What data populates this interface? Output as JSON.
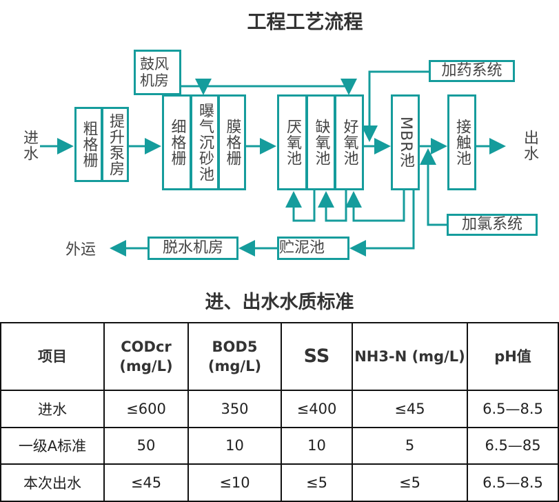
{
  "title": "工程工艺流程",
  "flow": {
    "inlet": "进水",
    "outlet": "出水",
    "export": "外运",
    "coarse_screen": "粗格栅",
    "lift_pump": "提升泵房",
    "fine_screen": "细格栅",
    "aerated_grit": "曝气沉砂池",
    "membrane_screen": "膜格栅",
    "anaerobic": "厌氧池",
    "anoxic": "缺氧池",
    "aerobic": "好氧池",
    "mbr": "MBR池",
    "contact": "接触池",
    "blower": "鼓风机房",
    "dosing": "加药系统",
    "chlorine": "加氯系统",
    "sludge_tank": "贮泥池",
    "dewatering": "脱水机房"
  },
  "table_title": "进、出水水质标准",
  "table": {
    "headers": [
      "项目",
      "CODcr (mg/L)",
      "BOD5 (mg/L)",
      "SS",
      "NH3-N (mg/L)",
      "pH值"
    ],
    "rows": [
      [
        "进水",
        "≤600",
        "350",
        "≤400",
        "≤45",
        "6.5—8.5"
      ],
      [
        "一级A标准",
        "50",
        "10",
        "10",
        "5",
        "6.5—85"
      ],
      [
        "本次出水",
        "≤45",
        "≤10",
        "≤5",
        "≤5",
        "6.5—8.5"
      ]
    ]
  },
  "colors": {
    "line": "#159c9c"
  }
}
